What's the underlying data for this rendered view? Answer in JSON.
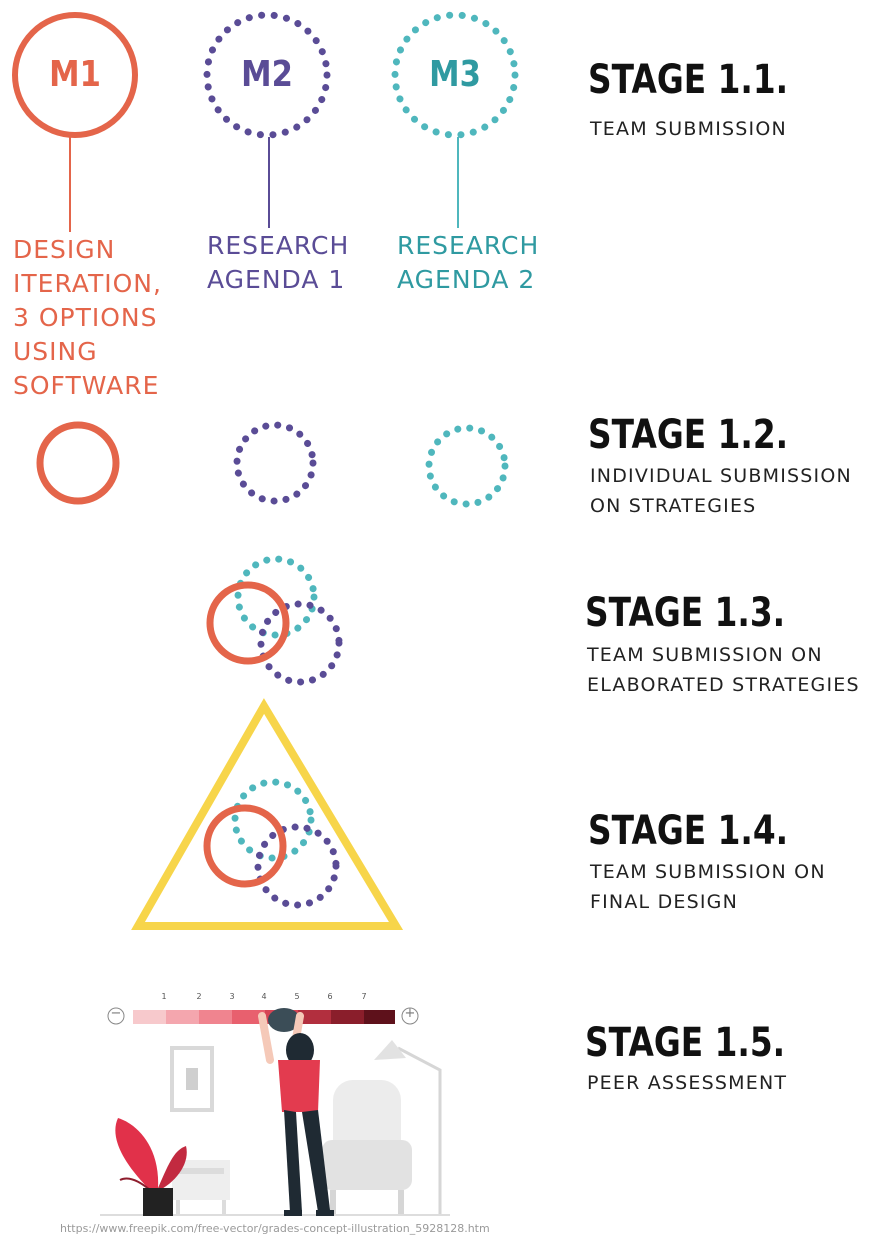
{
  "colors": {
    "m1": "#e4654a",
    "m2": "#5a4c96",
    "m3": "#4fb7bd",
    "triangle": "#f7d54a",
    "text_dark": "#111111"
  },
  "modules": [
    {
      "id": "M1",
      "label": "M1",
      "track": "DESIGN\nITERATION,\n3 OPTIONS\nUSING\nSOFTWARE"
    },
    {
      "id": "M2",
      "label": "M2",
      "track": "RESEARCH\nAGENDA 1"
    },
    {
      "id": "M3",
      "label": "M3",
      "track": "RESEARCH\nAGENDA 2"
    }
  ],
  "stages": [
    {
      "title": "STAGE 1.1.",
      "description": "TEAM SUBMISSION"
    },
    {
      "title": "STAGE 1.2.",
      "description": "INDIVIDUAL SUBMISSION\nON STRATEGIES"
    },
    {
      "title": "STAGE 1.3.",
      "description": "TEAM SUBMISSION ON\nELABORATED STRATEGIES"
    },
    {
      "title": "STAGE 1.4.",
      "description": "TEAM SUBMISSION ON\nFINAL DESIGN"
    },
    {
      "title": "STAGE 1.5.",
      "description": "PEER ASSESSMENT"
    }
  ],
  "rating_scale": {
    "ticks": [
      "1",
      "2",
      "3",
      "4",
      "5",
      "6",
      "7"
    ],
    "minus": "−",
    "plus": "+"
  },
  "credit": "https://www.freepik.com/free-vector/grades-concept-illustration_5928128.htm"
}
